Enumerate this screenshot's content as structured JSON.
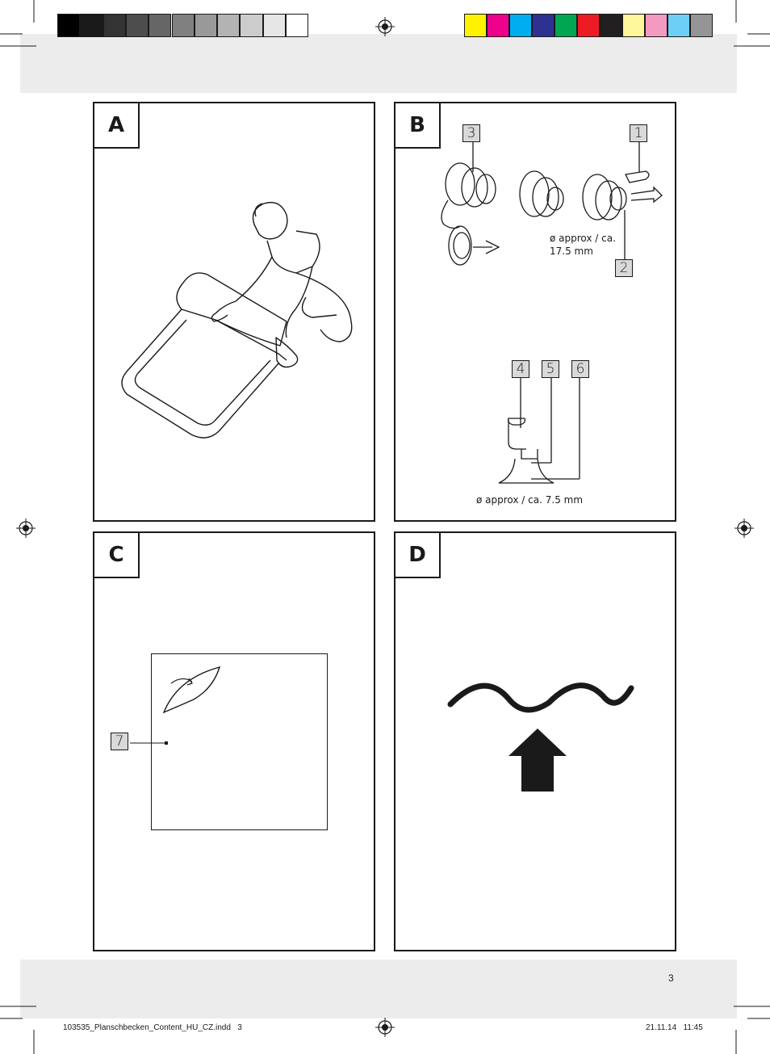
{
  "color_bar": {
    "grays": [
      "#000000",
      "#1a1a1a",
      "#333333",
      "#4d4d4d",
      "#666666",
      "#808080",
      "#999999",
      "#b3b3b3",
      "#cccccc",
      "#e6e6e6",
      "#ffffff"
    ],
    "colors": [
      "#fff200",
      "#ec008c",
      "#00aeef",
      "#2e3192",
      "#00a651",
      "#ed1c24",
      "#231f20",
      "#fff799",
      "#f49ac1",
      "#6dcff6",
      "#959595"
    ]
  },
  "panels": {
    "a": {
      "label": "A"
    },
    "b": {
      "label": "B",
      "callouts": [
        "3",
        "1",
        "2",
        "4",
        "5",
        "6"
      ],
      "measure_large_line1": "ø approx / ca.",
      "measure_large_line2": "17.5 mm",
      "measure_small": "ø approx / ca. 7.5 mm"
    },
    "c": {
      "label": "C",
      "callout": "7"
    },
    "d": {
      "label": "D"
    }
  },
  "page_number": "3",
  "footer": {
    "file": "103535_Planschbecken_Content_HU_CZ.indd   3",
    "timestamp": "21.11.14   11:45"
  }
}
